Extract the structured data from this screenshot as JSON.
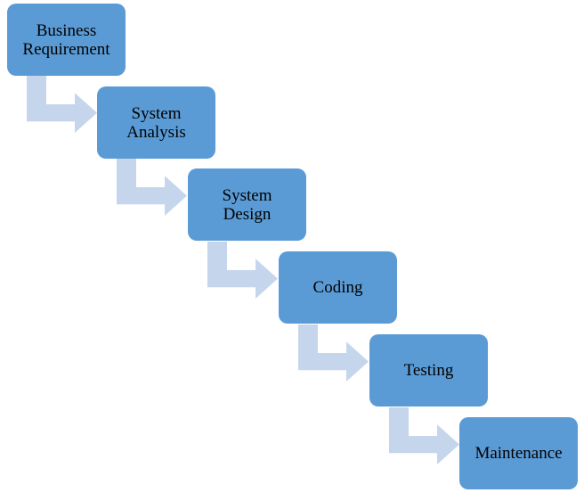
{
  "stages": [
    {
      "label": "Business\nRequirement"
    },
    {
      "label": "System\nAnalysis"
    },
    {
      "label": "System\nDesign"
    },
    {
      "label": "Coding"
    },
    {
      "label": "Testing"
    },
    {
      "label": "Maintenance"
    }
  ],
  "colors": {
    "box_fill": "#5b9bd5",
    "arrow_fill": "#c5d6ec",
    "text": "#000000"
  }
}
